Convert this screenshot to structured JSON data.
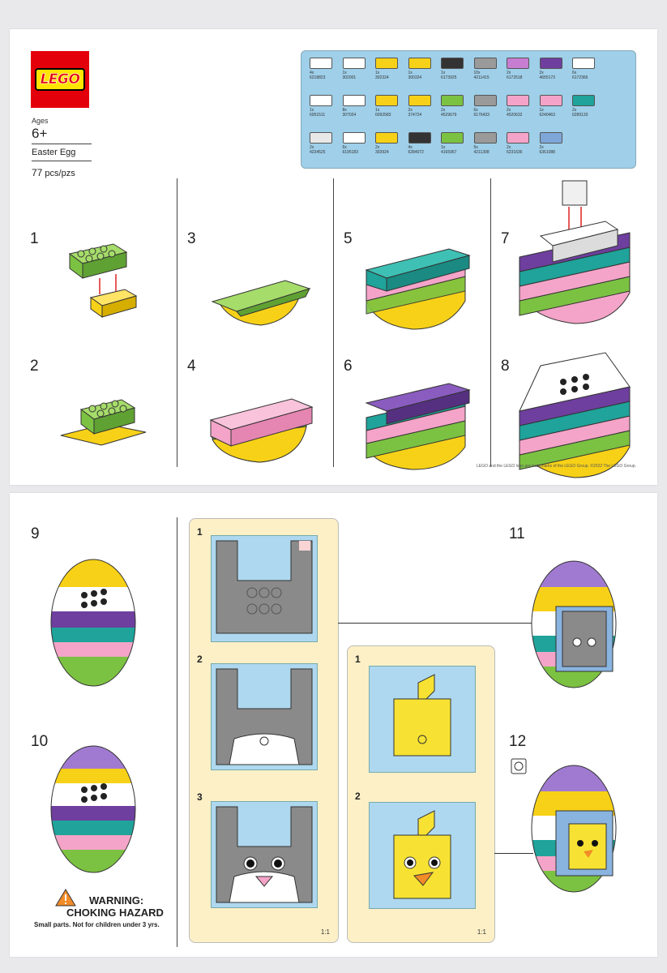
{
  "brand": {
    "logo_text": "LEGO"
  },
  "box": {
    "ages_label": "Ages",
    "ages_value": "6+",
    "set_name": "Easter Egg",
    "pieces_count": "77",
    "pieces_unit": "pcs/pzs"
  },
  "parts": [
    {
      "qty": "4x",
      "id": "6218823",
      "color": "#ffffff"
    },
    {
      "qty": "1x",
      "id": "6051511",
      "color": "#ffffff"
    },
    {
      "qty": "2x",
      "id": "4234525",
      "color": "#e8e8e8"
    },
    {
      "qty": "1x",
      "id": "302001",
      "color": "#ffffff"
    },
    {
      "qty": "8x",
      "id": "307024",
      "color": "#ffffff"
    },
    {
      "qty": "6x",
      "id": "6195183",
      "color": "#ffffff"
    },
    {
      "qty": "1x",
      "id": "302324",
      "color": "#f7d117"
    },
    {
      "qty": "1x",
      "id": "6092583",
      "color": "#f7d117"
    },
    {
      "qty": "2x",
      "id": "303924",
      "color": "#f7d117"
    },
    {
      "qty": "1x",
      "id": "300324",
      "color": "#f7d117"
    },
    {
      "qty": "2x",
      "id": "374724",
      "color": "#f7d117"
    },
    {
      "qty": "4x",
      "id": "6284072",
      "color": "#333333"
    },
    {
      "qty": "1x",
      "id": "6173925",
      "color": "#333333"
    },
    {
      "qty": "2x",
      "id": "4529679",
      "color": "#7cc242"
    },
    {
      "qty": "1x",
      "id": "4165967",
      "color": "#7cc242"
    },
    {
      "qty": "10x",
      "id": "4211415",
      "color": "#9a9a9a"
    },
    {
      "qty": "6x",
      "id": "6176433",
      "color": "#9a9a9a"
    },
    {
      "qty": "5x",
      "id": "4211398",
      "color": "#9a9a9a"
    },
    {
      "qty": "2x",
      "id": "6172518",
      "color": "#c77dd0"
    },
    {
      "qty": "2x",
      "id": "4520632",
      "color": "#f4a4c8"
    },
    {
      "qty": "2x",
      "id": "6231636",
      "color": "#f4a4c8"
    },
    {
      "qty": "2x",
      "id": "4655173",
      "color": "#6e3f9e"
    },
    {
      "qty": "1x",
      "id": "6240463",
      "color": "#f4a4c8"
    },
    {
      "qty": "2x",
      "id": "6361088",
      "color": "#7ea7d8"
    },
    {
      "qty": "6x",
      "id": "6172366",
      "color": "#ffffff"
    },
    {
      "qty": "2x",
      "id": "6289133",
      "color": "#1fa39a"
    }
  ],
  "steps": [
    "1",
    "2",
    "3",
    "4",
    "5",
    "6",
    "7",
    "8",
    "9",
    "10",
    "11",
    "12"
  ],
  "sub_steps": [
    "1",
    "2",
    "3",
    "1",
    "2"
  ],
  "scale_label": "1:1",
  "trademark": "LEGO and the LEGO logo are trademarks of the LEGO Group. ©2022 The LEGO Group.",
  "warning": {
    "title_line1": "WARNING:",
    "title_line2": "CHOKING HAZARD",
    "subtitle": "Small parts. Not for children under 3 yrs."
  },
  "colors": {
    "green": "#7cc242",
    "yellow": "#f7d117",
    "pink": "#f4a4c8",
    "teal": "#1fa39a",
    "purple": "#6e3f9e",
    "white": "#ffffff",
    "grey": "#8a8a8a",
    "light_blue": "#aed8ef",
    "panel": "#fdf0c7",
    "lego_red": "#e3000b"
  }
}
